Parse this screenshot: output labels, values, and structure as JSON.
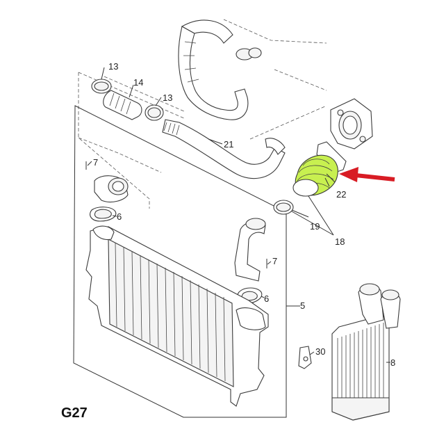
{
  "diagram": {
    "code": "G27",
    "highlight_color": "#c8f050",
    "arrow_color": "#d81c24",
    "callouts": {
      "c13a": "13",
      "c14": "14",
      "c13b": "13",
      "c7a": "7",
      "c6a": "6",
      "c21": "21",
      "c22": "22",
      "c19": "19",
      "c18": "18",
      "c7b": "7",
      "c6b": "6",
      "c5": "5",
      "c30": "30",
      "c8": "8"
    }
  }
}
